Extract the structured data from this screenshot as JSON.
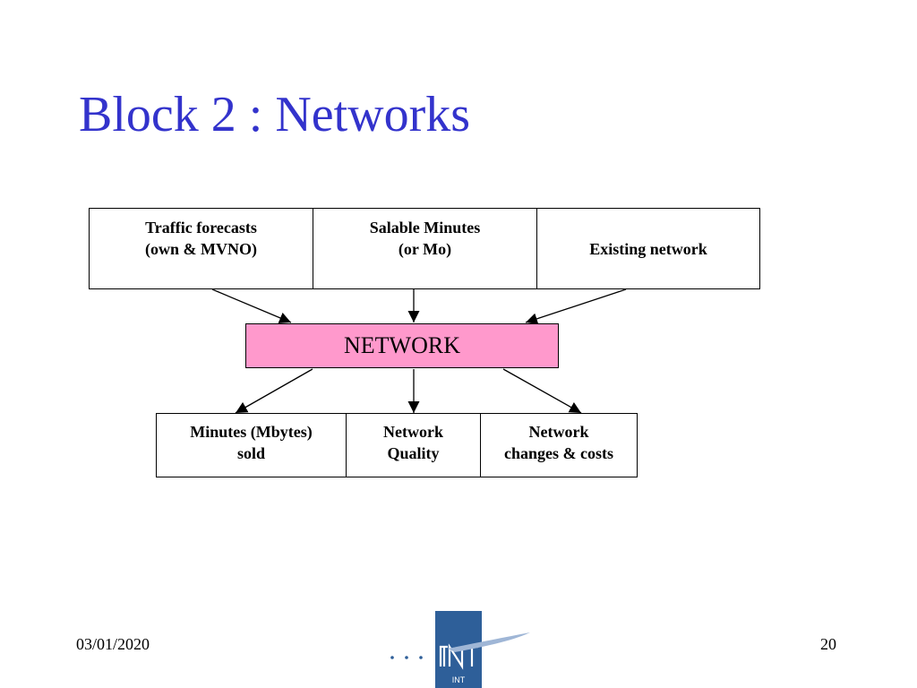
{
  "slide": {
    "title": "Block 2 : Networks",
    "date": "03/01/2020",
    "page_number": "20"
  },
  "diagram": {
    "inputs": [
      {
        "line1": "Traffic forecasts",
        "line2": "(own & MVNO)"
      },
      {
        "line1": "Salable Minutes",
        "line2": "(or Mo)"
      },
      {
        "line1": "Existing network"
      }
    ],
    "center": {
      "label": "NETWORK",
      "fill": "#ff99cc"
    },
    "outputs": [
      {
        "line1": "Minutes (Mbytes)",
        "line2": "sold"
      },
      {
        "line1": "Network",
        "line2": "Quality"
      },
      {
        "line1": "Network",
        "line2": "changes & costs"
      }
    ]
  },
  "logo": {
    "text": "INT",
    "icon": "int-logo-icon"
  },
  "colors": {
    "title": "#3333cc",
    "center_box": "#ff99cc",
    "logo": "#2e5f99"
  }
}
